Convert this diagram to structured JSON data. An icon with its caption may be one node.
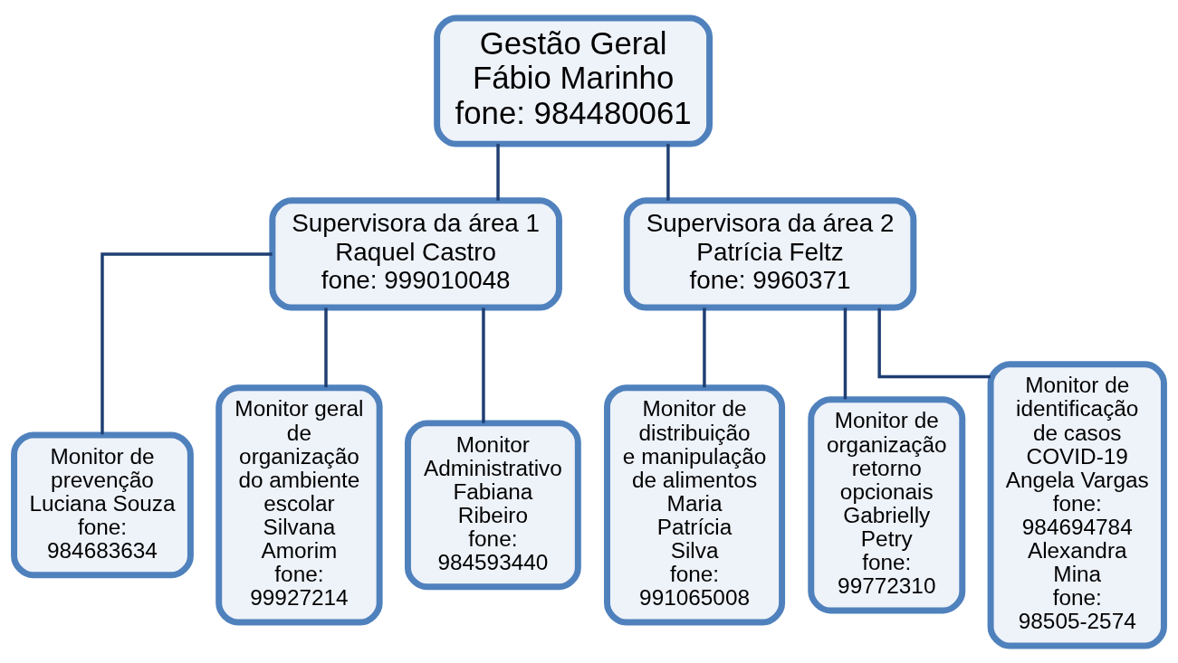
{
  "diagram": {
    "nodes": [
      {
        "text": [
          "Gestão Geral",
          "Fábio Marinho",
          "fone: 984480061"
        ]
      },
      {
        "text": [
          "Supervisora da área 1",
          "Raquel Castro",
          "fone: 999010048"
        ]
      },
      {
        "text": [
          "Supervisora da área 2",
          "Patrícia Feltz",
          "fone: 9960371"
        ]
      },
      {
        "text": [
          "Monitor de prevenção",
          "Luciana Souza",
          "fone: 984683634"
        ]
      },
      {
        "text": [
          "Monitor geral de organização do ambiente escolar",
          "Silvana Amorim",
          "fone: 99927214"
        ]
      },
      {
        "text": [
          "Monitor Administrativo",
          "Fabiana Ribeiro",
          "fone: 984593440"
        ]
      },
      {
        "text": [
          "Monitor de distribuição e manipulação de alimentos",
          "Maria Patrícia Silva",
          "fone: 991065008"
        ]
      },
      {
        "text": [
          "Monitor de organização retorno opcionais",
          "Gabrielly Petry",
          "fone: 99772310"
        ]
      },
      {
        "text": [
          "Monitor de identificação de casos COVID-19",
          "Angela Vargas",
          "fone: 984694784",
          "Alexandra Mina",
          "fone: 98505-2574"
        ]
      }
    ],
    "edges": [
      {
        "from": 0,
        "to": 1,
        "arrow": "none"
      },
      {
        "from": 0,
        "to": 2,
        "arrow": "none"
      },
      {
        "from": 1,
        "to": 3,
        "arrow": "none"
      },
      {
        "from": 1,
        "to": 4,
        "arrow": "none"
      },
      {
        "from": 1,
        "to": 5,
        "arrow": "none"
      },
      {
        "from": 2,
        "to": 6,
        "arrow": "none"
      },
      {
        "from": 2,
        "to": 7,
        "arrow": "none"
      },
      {
        "from": 2,
        "to": 8,
        "arrow": "none"
      }
    ]
  }
}
